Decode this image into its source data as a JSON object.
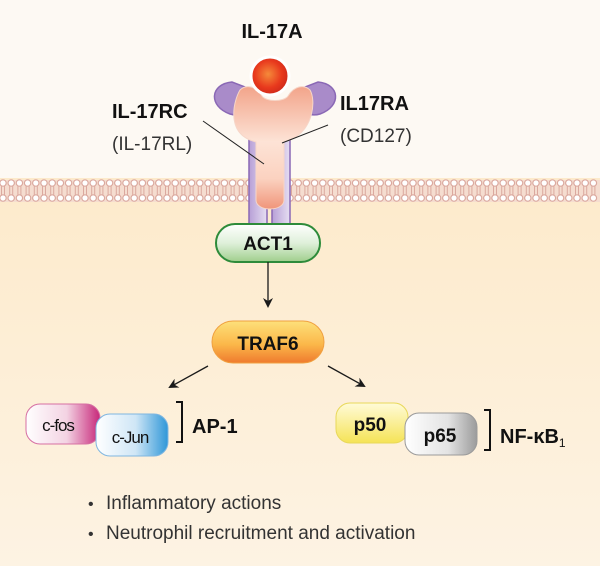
{
  "ligand": {
    "label": "IL-17A"
  },
  "receptors": {
    "left": {
      "name": "IL-17RC",
      "alias": "(IL-17RL)"
    },
    "right": {
      "name": "IL17RA",
      "alias": "(CD127)"
    }
  },
  "adaptor": {
    "label": "ACT1"
  },
  "traf": {
    "label": "TRAF6"
  },
  "ap1": {
    "subunits": [
      "c-fos",
      "c-Jun"
    ],
    "label": "AP-1"
  },
  "nfkb": {
    "subunits": [
      "p50",
      "p65"
    ],
    "label": "NF-κB",
    "subscript": "1"
  },
  "outcomes": [
    "Inflammatory actions",
    "Neutrophil recruitment and activation"
  ],
  "colors": {
    "background_top": "#fdf9f3",
    "cytoplasm": "#fdebcc",
    "membrane": "#e2b5ad",
    "receptor_purple": "#a98bc9",
    "ligand_red": "#e8391d",
    "act1_green": "#2e8b3a",
    "traf6_orange": "#f0a838"
  }
}
